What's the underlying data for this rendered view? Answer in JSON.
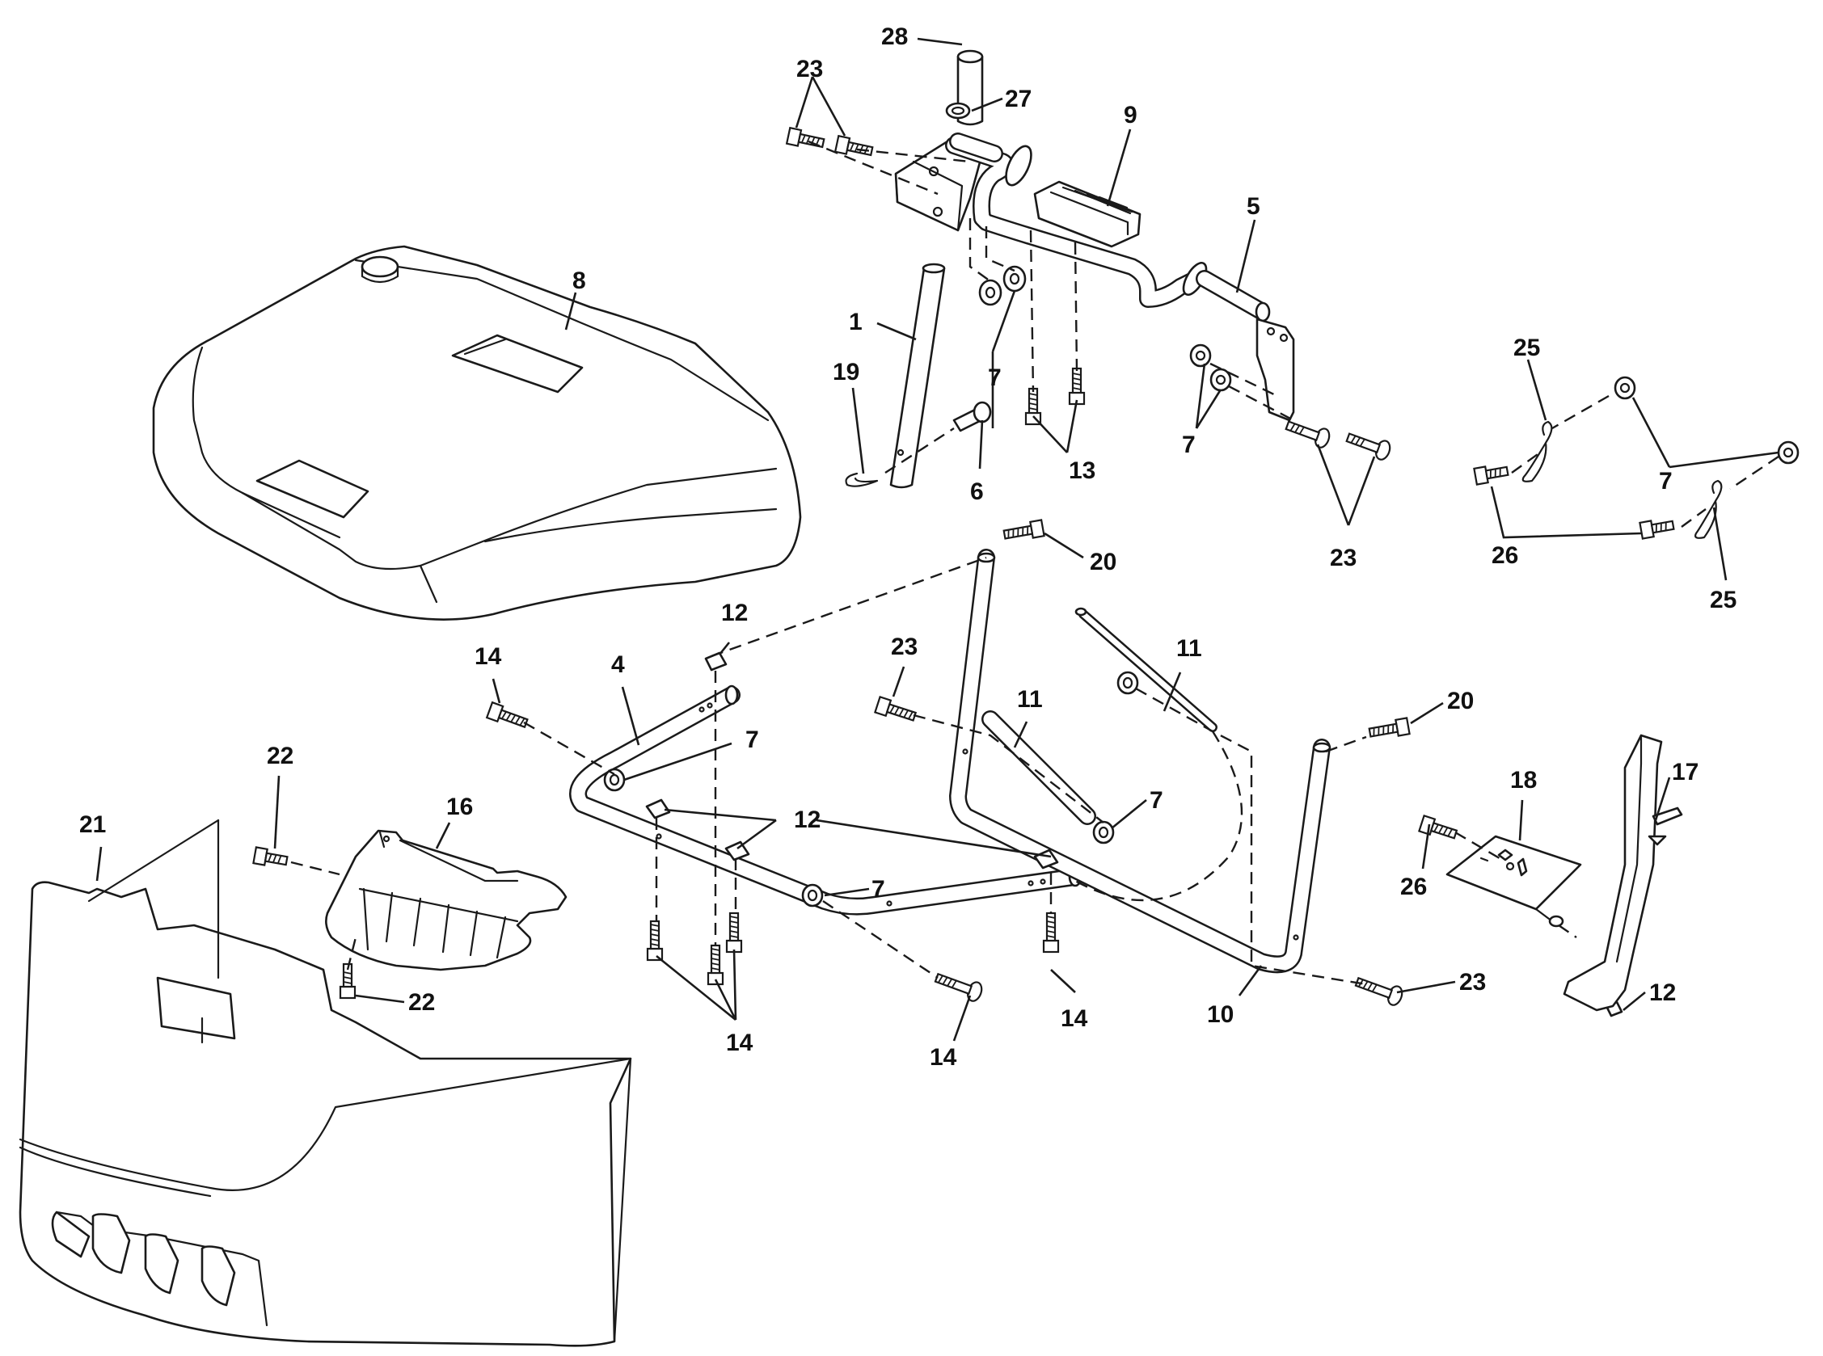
{
  "diagram": {
    "callouts": [
      {
        "id": "c28",
        "text": "28"
      },
      {
        "id": "c27",
        "text": "27"
      },
      {
        "id": "c23a",
        "text": "23"
      },
      {
        "id": "c9",
        "text": "9"
      },
      {
        "id": "c5",
        "text": "5"
      },
      {
        "id": "c8",
        "text": "8"
      },
      {
        "id": "c1",
        "text": "1"
      },
      {
        "id": "c19",
        "text": "19"
      },
      {
        "id": "c7a",
        "text": "7"
      },
      {
        "id": "c6",
        "text": "6"
      },
      {
        "id": "c13",
        "text": "13"
      },
      {
        "id": "c7b",
        "text": "7"
      },
      {
        "id": "c23b",
        "text": "23"
      },
      {
        "id": "c25a",
        "text": "25"
      },
      {
        "id": "c7c",
        "text": "7"
      },
      {
        "id": "c26a",
        "text": "26"
      },
      {
        "id": "c25b",
        "text": "25"
      },
      {
        "id": "c20a",
        "text": "20"
      },
      {
        "id": "c12a",
        "text": "12"
      },
      {
        "id": "c14a",
        "text": "14"
      },
      {
        "id": "c4",
        "text": "4"
      },
      {
        "id": "c23c",
        "text": "23"
      },
      {
        "id": "c11a",
        "text": "11"
      },
      {
        "id": "c11b",
        "text": "11"
      },
      {
        "id": "c20b",
        "text": "20"
      },
      {
        "id": "c7d",
        "text": "7"
      },
      {
        "id": "c22a",
        "text": "22"
      },
      {
        "id": "c16",
        "text": "16"
      },
      {
        "id": "c21",
        "text": "21"
      },
      {
        "id": "c7e",
        "text": "7"
      },
      {
        "id": "c12b",
        "text": "12"
      },
      {
        "id": "c18",
        "text": "18"
      },
      {
        "id": "c17",
        "text": "17"
      },
      {
        "id": "c7f",
        "text": "7"
      },
      {
        "id": "c26b",
        "text": "26"
      },
      {
        "id": "c12c",
        "text": "12"
      },
      {
        "id": "c22b",
        "text": "22"
      },
      {
        "id": "c23d",
        "text": "23"
      },
      {
        "id": "c10",
        "text": "10"
      },
      {
        "id": "c14b",
        "text": "14"
      },
      {
        "id": "c14c",
        "text": "14"
      },
      {
        "id": "c14d",
        "text": "14"
      }
    ]
  }
}
